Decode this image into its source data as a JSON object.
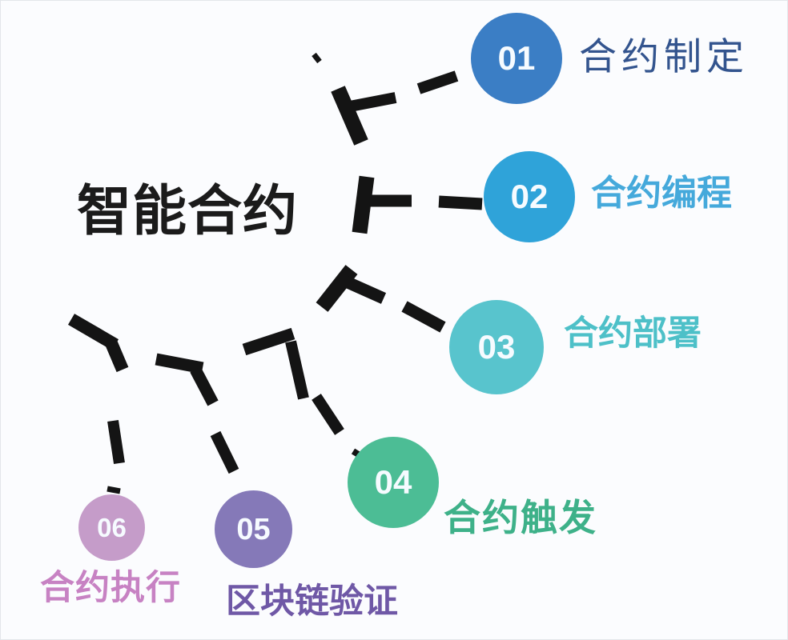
{
  "title": "智能合约",
  "nodes": [
    {
      "number": "01",
      "label": "合约制定",
      "circle_color": "#3b7ec5",
      "label_color": "#33548e"
    },
    {
      "number": "02",
      "label": "合约编程",
      "circle_color": "#2fa3d9",
      "label_color": "#45a9db"
    },
    {
      "number": "03",
      "label": "合约部署",
      "circle_color": "#58c4cd",
      "label_color": "#4dc0c8"
    },
    {
      "number": "04",
      "label": "合约触发",
      "circle_color": "#4cbd95",
      "label_color": "#3eb189"
    },
    {
      "number": "05",
      "label": "区块链验证",
      "circle_color": "#8579b8",
      "label_color": "#6f58a6"
    },
    {
      "number": "06",
      "label": "合约执行",
      "circle_color": "#c59cc9",
      "label_color": "#c782c3"
    }
  ],
  "colors": {
    "background": "#fbfcfe",
    "branch": "#141414",
    "number_text": "#f6fbff",
    "title_text": "#1b1b1b"
  }
}
